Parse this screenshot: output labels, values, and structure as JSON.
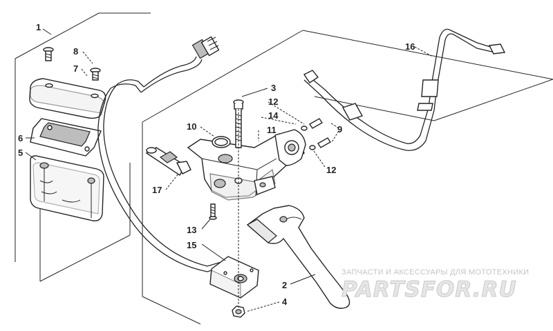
{
  "diagram": {
    "callouts": [
      {
        "id": "c1",
        "label": "1"
      },
      {
        "id": "c2",
        "label": "2"
      },
      {
        "id": "c3",
        "label": "3"
      },
      {
        "id": "c4",
        "label": "4"
      },
      {
        "id": "c5",
        "label": "5"
      },
      {
        "id": "c6",
        "label": "6"
      },
      {
        "id": "c7",
        "label": "7"
      },
      {
        "id": "c8",
        "label": "8"
      },
      {
        "id": "c9",
        "label": "9"
      },
      {
        "id": "c10",
        "label": "10"
      },
      {
        "id": "c11",
        "label": "11"
      },
      {
        "id": "c12a",
        "label": "12"
      },
      {
        "id": "c12b",
        "label": "12"
      },
      {
        "id": "c13",
        "label": "13"
      },
      {
        "id": "c14",
        "label": "14"
      },
      {
        "id": "c15",
        "label": "15"
      },
      {
        "id": "c16",
        "label": "16"
      },
      {
        "id": "c17",
        "label": "17"
      }
    ]
  },
  "watermark": {
    "tagline": "ЗАПЧАСТИ И АКСЕССУАРЫ ДЛЯ МОТОТЕХНИКИ",
    "logo": "PARTSFOR.RU"
  }
}
